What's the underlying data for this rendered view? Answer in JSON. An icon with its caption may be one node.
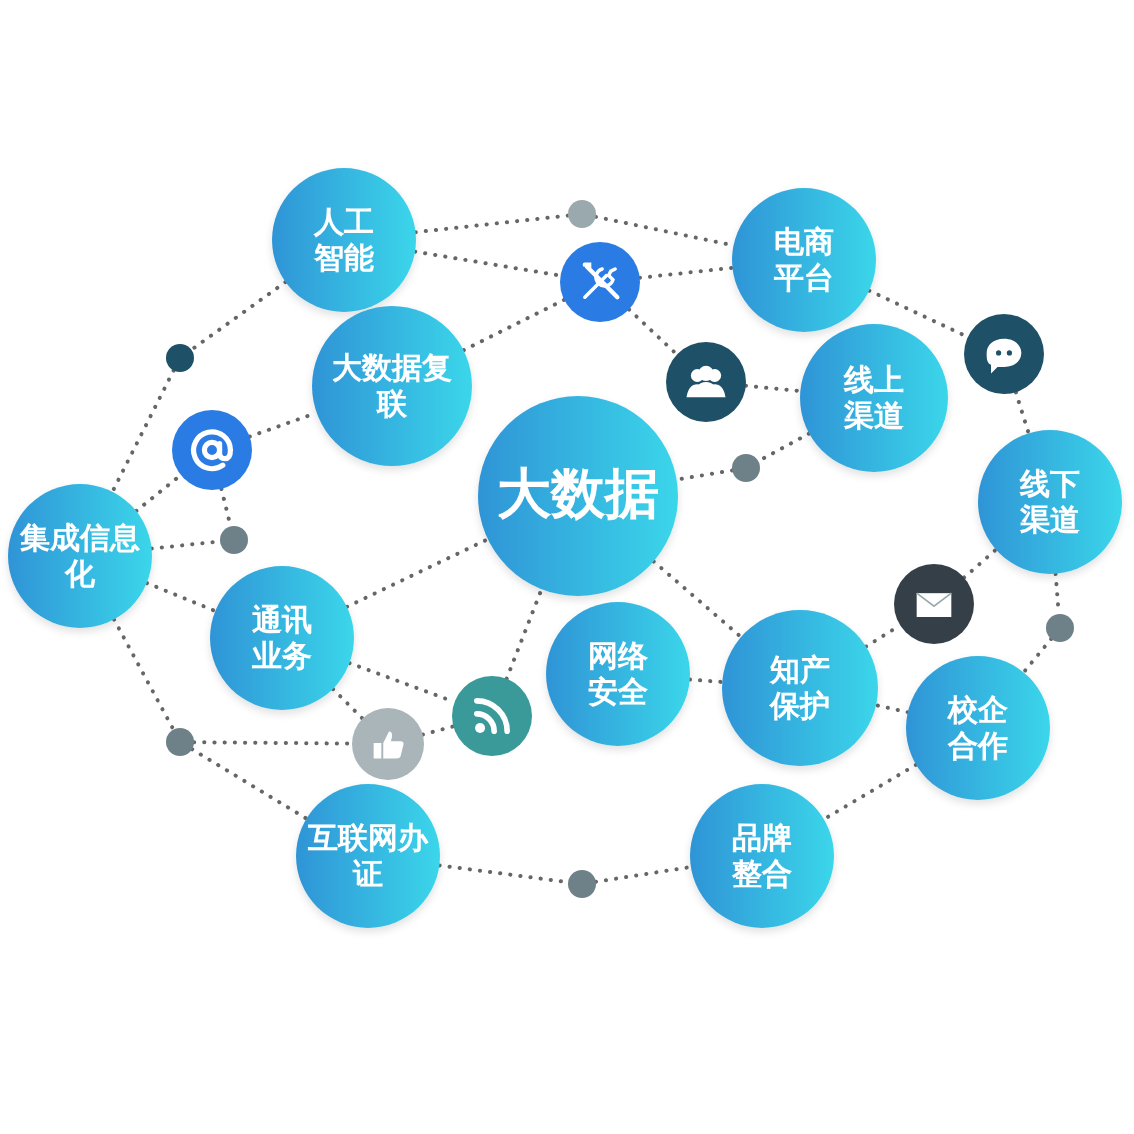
{
  "diagram": {
    "nodes": [
      {
        "text": [
          "大数据"
        ]
      },
      {
        "text": [
          "人工智能"
        ]
      },
      {
        "text": [
          "电商平台"
        ]
      },
      {
        "text": [
          "大数据复联"
        ]
      },
      {
        "text": [
          "线上渠道"
        ]
      },
      {
        "text": [
          "集成信息化"
        ]
      },
      {
        "text": [
          "线下渠道"
        ]
      },
      {
        "text": [
          "通讯业务"
        ]
      },
      {
        "text": [
          "网络安全"
        ]
      },
      {
        "text": [
          "知产保护"
        ]
      },
      {
        "text": [
          "校企合作"
        ]
      },
      {
        "text": [
          "互联网办证"
        ]
      },
      {
        "text": [
          "品牌整合"
        ]
      },
      {
        "text": [],
        "shape": "circle"
      },
      {
        "text": [],
        "shape": "circle"
      },
      {
        "text": [],
        "shape": "circle"
      },
      {
        "text": [],
        "shape": "circle"
      },
      {
        "text": [],
        "shape": "circle"
      },
      {
        "text": [],
        "shape": "circle"
      },
      {
        "text": [],
        "shape": "circle"
      },
      {
        "text": [],
        "shape": "circle"
      },
      {
        "text": [],
        "shape": "circle"
      },
      {
        "text": [],
        "shape": "circle"
      },
      {
        "text": [],
        "shape": "circle"
      },
      {
        "text": [],
        "shape": "circle"
      },
      {
        "text": [],
        "shape": "circle"
      },
      {
        "text": [],
        "shape": "circle"
      }
    ],
    "edges": [
      {
        "from": 1,
        "to": 20,
        "arrow": "none"
      },
      {
        "from": 20,
        "to": 2,
        "arrow": "none"
      },
      {
        "from": 1,
        "to": 13,
        "arrow": "none"
      },
      {
        "from": 13,
        "to": 2,
        "arrow": "none"
      },
      {
        "from": 3,
        "to": 13,
        "arrow": "none"
      },
      {
        "from": 13,
        "to": 14,
        "arrow": "none"
      },
      {
        "from": 14,
        "to": 4,
        "arrow": "none"
      },
      {
        "from": 2,
        "to": 15,
        "arrow": "none"
      },
      {
        "from": 15,
        "to": 6,
        "arrow": "none"
      },
      {
        "from": 4,
        "to": 23,
        "arrow": "none"
      },
      {
        "from": 23,
        "to": 0,
        "arrow": "none"
      },
      {
        "from": 1,
        "to": 21,
        "arrow": "none"
      },
      {
        "from": 21,
        "to": 5,
        "arrow": "none"
      },
      {
        "from": 16,
        "to": 3,
        "arrow": "none"
      },
      {
        "from": 5,
        "to": 16,
        "arrow": "none"
      },
      {
        "from": 16,
        "to": 22,
        "arrow": "none"
      },
      {
        "from": 5,
        "to": 22,
        "arrow": "none"
      },
      {
        "from": 5,
        "to": 7,
        "arrow": "none"
      },
      {
        "from": 7,
        "to": 0,
        "arrow": "none"
      },
      {
        "from": 7,
        "to": 17,
        "arrow": "none"
      },
      {
        "from": 7,
        "to": 19,
        "arrow": "none"
      },
      {
        "from": 5,
        "to": 25,
        "arrow": "none"
      },
      {
        "from": 25,
        "to": 11,
        "arrow": "none"
      },
      {
        "from": 25,
        "to": 19,
        "arrow": "none"
      },
      {
        "from": 19,
        "to": 17,
        "arrow": "none"
      },
      {
        "from": 17,
        "to": 0,
        "arrow": "none"
      },
      {
        "from": 11,
        "to": 26,
        "arrow": "none"
      },
      {
        "from": 26,
        "to": 12,
        "arrow": "none"
      },
      {
        "from": 0,
        "to": 9,
        "arrow": "none"
      },
      {
        "from": 8,
        "to": 9,
        "arrow": "none"
      },
      {
        "from": 9,
        "to": 18,
        "arrow": "none"
      },
      {
        "from": 18,
        "to": 6,
        "arrow": "none"
      },
      {
        "from": 6,
        "to": 24,
        "arrow": "none"
      },
      {
        "from": 24,
        "to": 10,
        "arrow": "none"
      },
      {
        "from": 10,
        "to": 9,
        "arrow": "none"
      },
      {
        "from": 10,
        "to": 12,
        "arrow": "none"
      }
    ]
  }
}
